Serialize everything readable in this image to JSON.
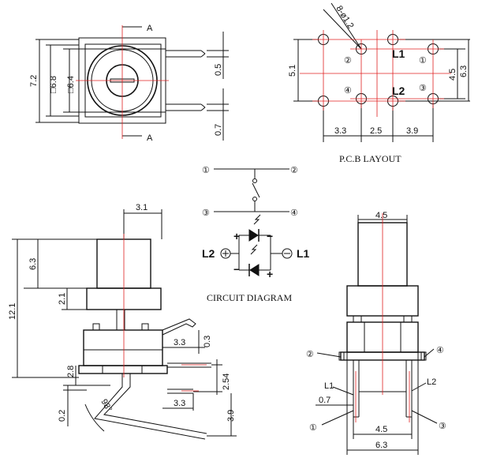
{
  "top_view": {
    "marker_a_top": "A",
    "marker_a_bottom": "A",
    "dim_7_2": "7.2",
    "dim_sq_6_8": "□6.8",
    "dim_sq_6_4": "□6.4",
    "dim_0_5": "0.5",
    "dim_0_7": "0.7"
  },
  "pcb_layout": {
    "title": "P.C.B LAYOUT",
    "hole_dim": "8-ø1.2",
    "dim_5_1": "5.1",
    "dim_4_5": "4.5",
    "dim_6_3": "6.3",
    "dim_3_3": "3.3",
    "dim_2_5": "2.5",
    "dim_3_9": "3.9",
    "pin_1": "①",
    "pin_2": "②",
    "pin_3": "③",
    "pin_4": "④",
    "led_1": "L1",
    "led_2": "L2"
  },
  "circuit": {
    "title": "CIRCUIT DIAGRAM",
    "pin_1": "①",
    "pin_2": "②",
    "pin_3": "③",
    "pin_4": "④",
    "led_2": "L2",
    "led_1": "L1",
    "plus_a": "+",
    "minus_a": "−",
    "plus_b": "+",
    "minus_b": "−"
  },
  "side_view": {
    "dim_3_1": "3.1",
    "dim_6_3": "6.3",
    "dim_2_1": "2.1",
    "dim_12_1": "12.1",
    "dim_3_3_top": "3.3",
    "dim_0_3": "0.3",
    "dim_2_8": "2.8",
    "dim_2_54": "2.54",
    "dim_0_2": "0.2",
    "dim_98": "98°",
    "dim_3_3_bottom": "3.3",
    "dim_3_9": "3.9"
  },
  "front_view": {
    "dim_4_5_top": "4.5",
    "pin_2": "②",
    "pin_4": "④",
    "led_1": "L1",
    "led_2": "L2",
    "dim_0_7": "0.7",
    "pin_1": "①",
    "pin_3": "③",
    "dim_4_5_bottom": "4.5",
    "dim_6_3": "6.3"
  },
  "colors": {
    "line": "#111111",
    "center_line": "#e02020"
  }
}
